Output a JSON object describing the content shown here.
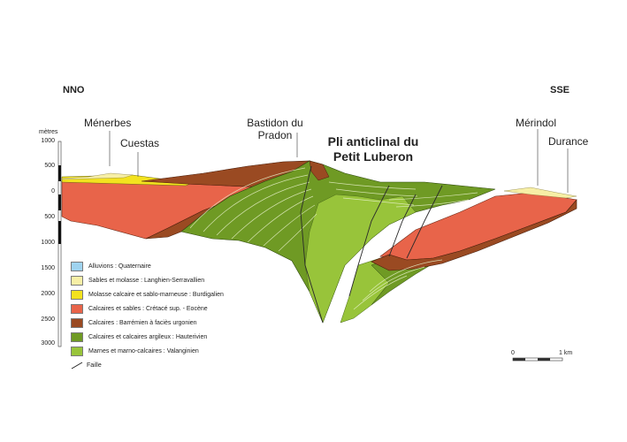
{
  "orientation": {
    "left": "NNO",
    "right": "SSE"
  },
  "title": {
    "line1": "Pli anticlinal du",
    "line2": "Petit Luberon"
  },
  "places": {
    "menerbes": "Ménerbes",
    "cuestas": "Cuestas",
    "bastidon_line1": "Bastidon du",
    "bastidon_line2": "Pradon",
    "merindol": "Mérindol",
    "durance": "Durance"
  },
  "depth_axis": {
    "unit": "mètres",
    "ticks": [
      "1000",
      "500",
      "0",
      "500",
      "1000",
      "1500",
      "2000",
      "2500",
      "3000"
    ]
  },
  "legend": [
    {
      "label": "Alluvions : Quaternaire",
      "color": "#9fd3ef"
    },
    {
      "label": "Sables et molasse : Langhien-Serravallien",
      "color": "#f7efa6"
    },
    {
      "label": "Molasse calcaire et sablo-marneuse : Burdigalien",
      "color": "#f3e21f"
    },
    {
      "label": "Calcaires et sables : Crétacé sup. - Eocène",
      "color": "#e8644a"
    },
    {
      "label": "Calcaires : Barrémien à faciès urgonien",
      "color": "#9a4a22"
    },
    {
      "label": "Calcaires et calcaires argileux : Hauterivien",
      "color": "#6f9a24"
    },
    {
      "label": "Marnes et marno-calcaires : Valanginien",
      "color": "#98c43a"
    }
  ],
  "fault_label": "Faille",
  "scale": {
    "start": "0",
    "end": "1 km"
  }
}
